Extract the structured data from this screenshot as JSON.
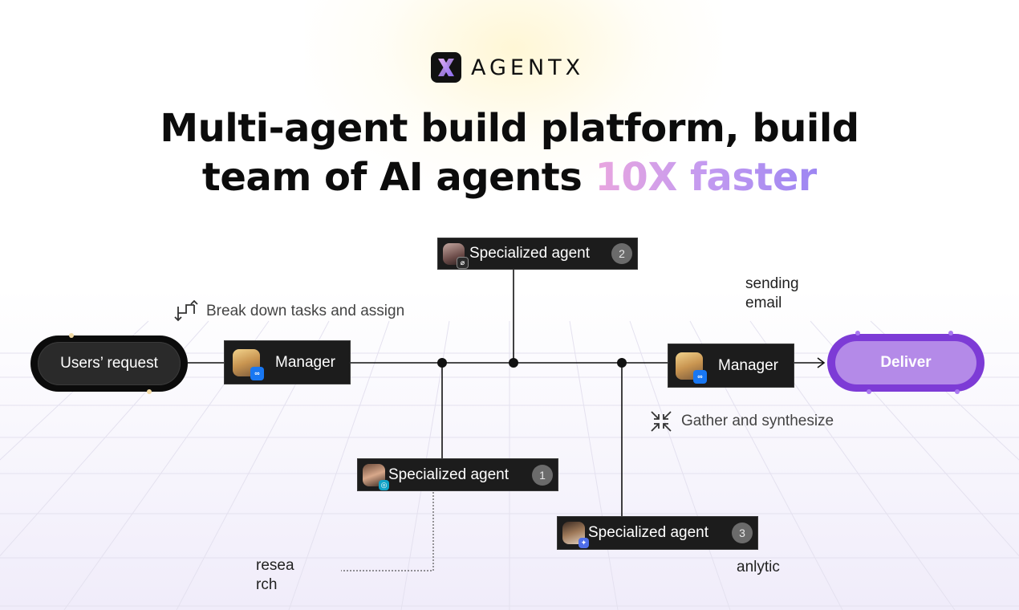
{
  "brand": {
    "name": "AGENTX",
    "logo_icon": "x-logo-icon"
  },
  "headline": {
    "line1": "Multi-agent build platform, build",
    "line2_prefix": "team of AI agents ",
    "line2_highlight": "10X faster"
  },
  "colors": {
    "deliver_outer": "#7d3bd6",
    "deliver_inner": "#b48ae8",
    "highlight_start": "#e9a6df",
    "highlight_end": "#9d86f2",
    "node_bg": "#1c1c1c"
  },
  "flow": {
    "start": "Users’ request",
    "end": "Deliver",
    "manager_left": {
      "label": "Manager",
      "badge_icon": "meta-icon"
    },
    "manager_right": {
      "label": "Manager",
      "badge_icon": "meta-icon"
    },
    "agents": [
      {
        "label": "Specialized agent",
        "number": "1",
        "badge_icon": "openai-icon",
        "note_line1": "resea",
        "note_line2": "rch"
      },
      {
        "label": "Specialized agent",
        "number": "2",
        "badge_icon": "perplexity-icon",
        "note_line1": "sending",
        "note_line2": "email"
      },
      {
        "label": "Specialized agent",
        "number": "3",
        "badge_icon": "claude-icon",
        "note_line1": "anlytic",
        "note_line2": ""
      }
    ],
    "break_down_text": "Break down tasks and assign",
    "break_down_icon": "split-arrows-icon",
    "gather_text": "Gather and synthesize",
    "gather_icon": "collapse-arrows-icon"
  }
}
